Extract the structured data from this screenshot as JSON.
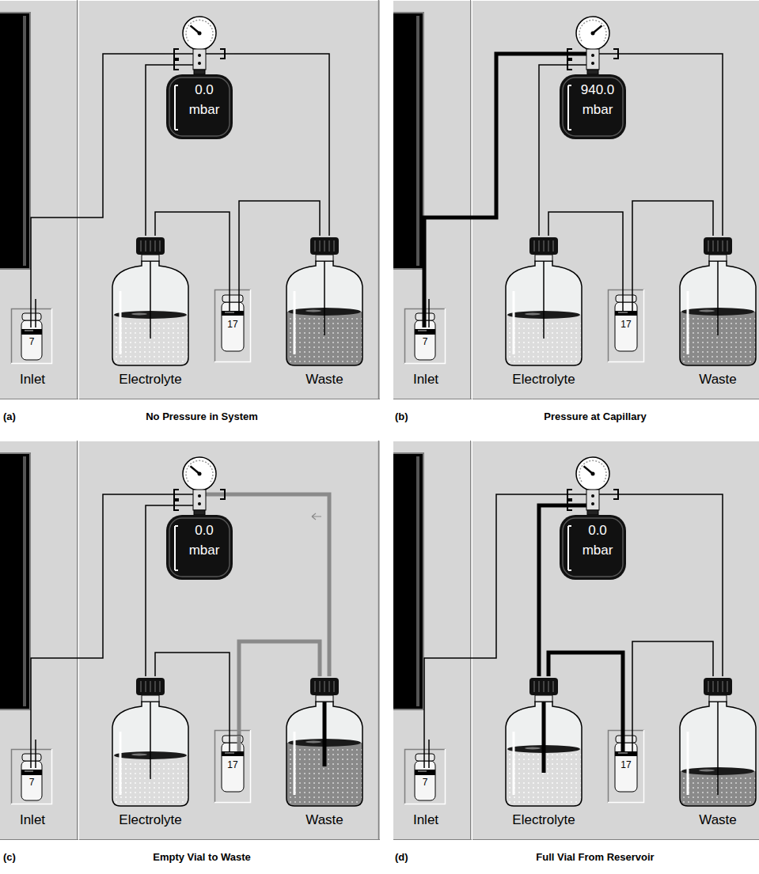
{
  "diagram": {
    "nodes": [
      {
        "text": [
          "0.0",
          "mbar"
        ]
      },
      {
        "text": [
          "7",
          "Inlet"
        ]
      },
      {
        "text": [
          "Electrolyte"
        ]
      },
      {
        "text": [
          "17"
        ]
      },
      {
        "text": [
          "Waste"
        ]
      },
      {
        "text": [
          "940.0",
          "mbar"
        ]
      },
      {
        "text": [
          "7",
          "Inlet"
        ]
      },
      {
        "text": [
          "Electrolyte"
        ]
      },
      {
        "text": [
          "17"
        ]
      },
      {
        "text": [
          "Waste"
        ]
      },
      {
        "text": [
          "0.0",
          "mbar"
        ]
      },
      {
        "text": [
          "7",
          "Inlet"
        ]
      },
      {
        "text": [
          "Electrolyte"
        ]
      },
      {
        "text": [
          "17"
        ]
      },
      {
        "text": [
          "Waste"
        ]
      },
      {
        "text": [
          "0.0",
          "mbar"
        ]
      },
      {
        "text": [
          "7",
          "Inlet"
        ]
      },
      {
        "text": [
          "Electrolyte"
        ]
      },
      {
        "text": [
          "17"
        ]
      },
      {
        "text": [
          "Waste"
        ]
      }
    ],
    "edges": [
      {
        "from": 1,
        "to": 0,
        "arrow": "none"
      },
      {
        "from": 2,
        "to": 0,
        "arrow": "none"
      },
      {
        "from": 2,
        "to": 3,
        "arrow": "none"
      },
      {
        "from": 3,
        "to": 4,
        "arrow": "none"
      },
      {
        "from": 4,
        "to": 0,
        "arrow": "none"
      },
      {
        "from": 6,
        "to": 5,
        "arrow": "none"
      },
      {
        "from": 7,
        "to": 5,
        "arrow": "none"
      },
      {
        "from": 7,
        "to": 8,
        "arrow": "none"
      },
      {
        "from": 8,
        "to": 9,
        "arrow": "none"
      },
      {
        "from": 9,
        "to": 5,
        "arrow": "none"
      },
      {
        "from": 11,
        "to": 10,
        "arrow": "none"
      },
      {
        "from": 12,
        "to": 10,
        "arrow": "none"
      },
      {
        "from": 12,
        "to": 13,
        "arrow": "none"
      },
      {
        "from": 13,
        "to": 14,
        "arrow": "none"
      },
      {
        "from": 14,
        "to": 10,
        "arrow": "none"
      },
      {
        "from": 16,
        "to": 15,
        "arrow": "none"
      },
      {
        "from": 17,
        "to": 15,
        "arrow": "none"
      },
      {
        "from": 17,
        "to": 18,
        "arrow": "none"
      },
      {
        "from": 18,
        "to": 19,
        "arrow": "none"
      },
      {
        "from": 19,
        "to": 15,
        "arrow": "none"
      }
    ],
    "labels": [
      "(a)",
      "No Pressure in System",
      "(b)",
      "Pressure at Capillary",
      "(c)",
      "Empty Vial to Waste",
      "(d)",
      "Full Vial From Reservoir"
    ]
  }
}
